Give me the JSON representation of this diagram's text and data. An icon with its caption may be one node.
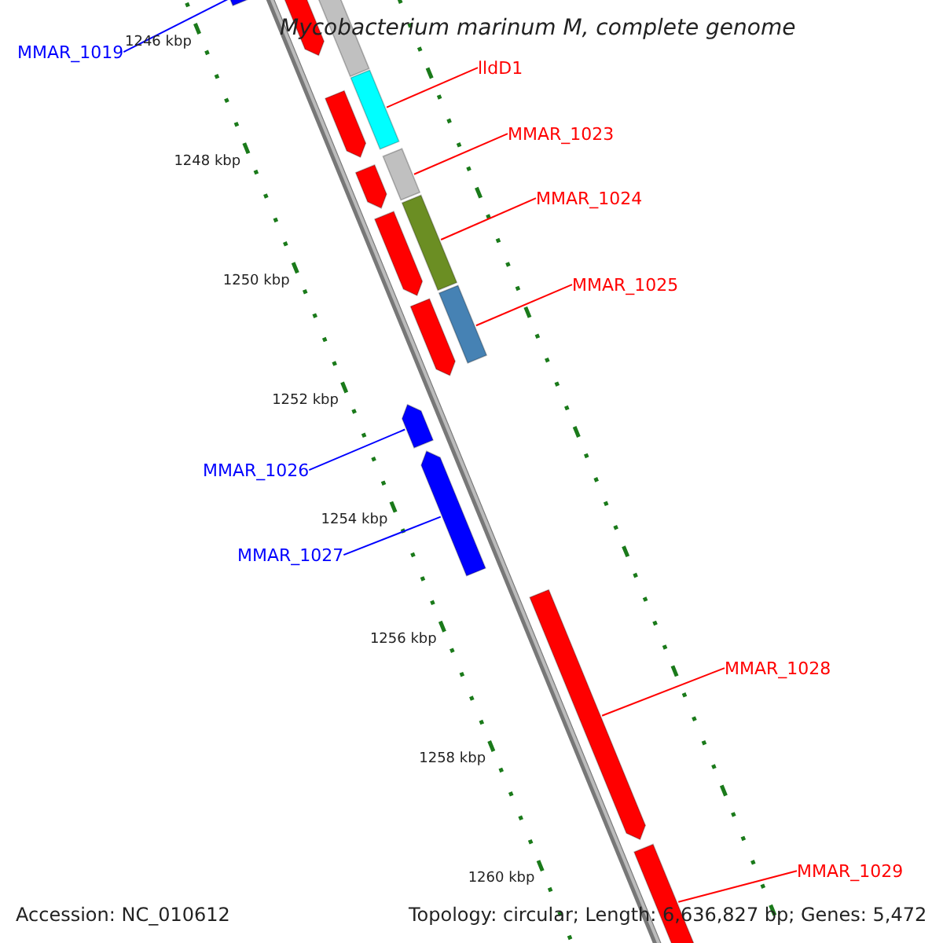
{
  "diagram": {
    "title": "Mycobacterium marinum M, complete genome",
    "nodes": [
      {
        "text": [
          "MMAR_1019"
        ]
      },
      {
        "text": [],
        "shape": "arrow"
      },
      {
        "text": [
          "lldD1"
        ]
      },
      {
        "text": [],
        "shape": "bar"
      },
      {
        "text": [
          "MMAR_1023"
        ]
      },
      {
        "text": [],
        "shape": "bar"
      },
      {
        "text": [
          "MMAR_1024"
        ]
      },
      {
        "text": [],
        "shape": "bar"
      },
      {
        "text": [
          "MMAR_1025"
        ]
      },
      {
        "text": [],
        "shape": "bar"
      },
      {
        "text": [
          "MMAR_1026"
        ]
      },
      {
        "text": [],
        "shape": "arrow"
      },
      {
        "text": [
          "MMAR_1027"
        ]
      },
      {
        "text": [],
        "shape": "arrow"
      },
      {
        "text": [
          "MMAR_1028"
        ]
      },
      {
        "text": [],
        "shape": "arrow"
      },
      {
        "text": [
          "MMAR_1029"
        ]
      },
      {
        "text": [],
        "shape": "arrow"
      },
      {
        "text": [],
        "shape": "arrow"
      },
      {
        "text": [],
        "shape": "bar"
      },
      {
        "text": [],
        "shape": "arrow"
      },
      {
        "text": [],
        "shape": "arrow"
      },
      {
        "text": [],
        "shape": "arrow"
      },
      {
        "text": [],
        "shape": "arrow"
      }
    ],
    "edges": [
      {
        "from": 0,
        "to": 1,
        "arrow": "none",
        "color": "#0000ff"
      },
      {
        "from": 2,
        "to": 3,
        "arrow": "none"
      },
      {
        "from": 4,
        "to": 5,
        "arrow": "none"
      },
      {
        "from": 6,
        "to": 7,
        "arrow": "none"
      },
      {
        "from": 8,
        "to": 9,
        "arrow": "none"
      },
      {
        "from": 10,
        "to": 11,
        "arrow": "none",
        "color": "#0000ff"
      },
      {
        "from": 12,
        "to": 13,
        "arrow": "none",
        "color": "#0000ff"
      },
      {
        "from": 14,
        "to": 15,
        "arrow": "none"
      },
      {
        "from": 16,
        "to": 17,
        "arrow": "none"
      }
    ],
    "labels": [
      "1246 kbp",
      "1248 kbp",
      "1250 kbp",
      "1252 kbp",
      "1254 kbp",
      "1256 kbp",
      "1258 kbp",
      "1260 kbp",
      "Accession: NC_010612",
      "Topology: circular; Length: 6,636,827 bp; Genes: 5,472"
    ]
  }
}
